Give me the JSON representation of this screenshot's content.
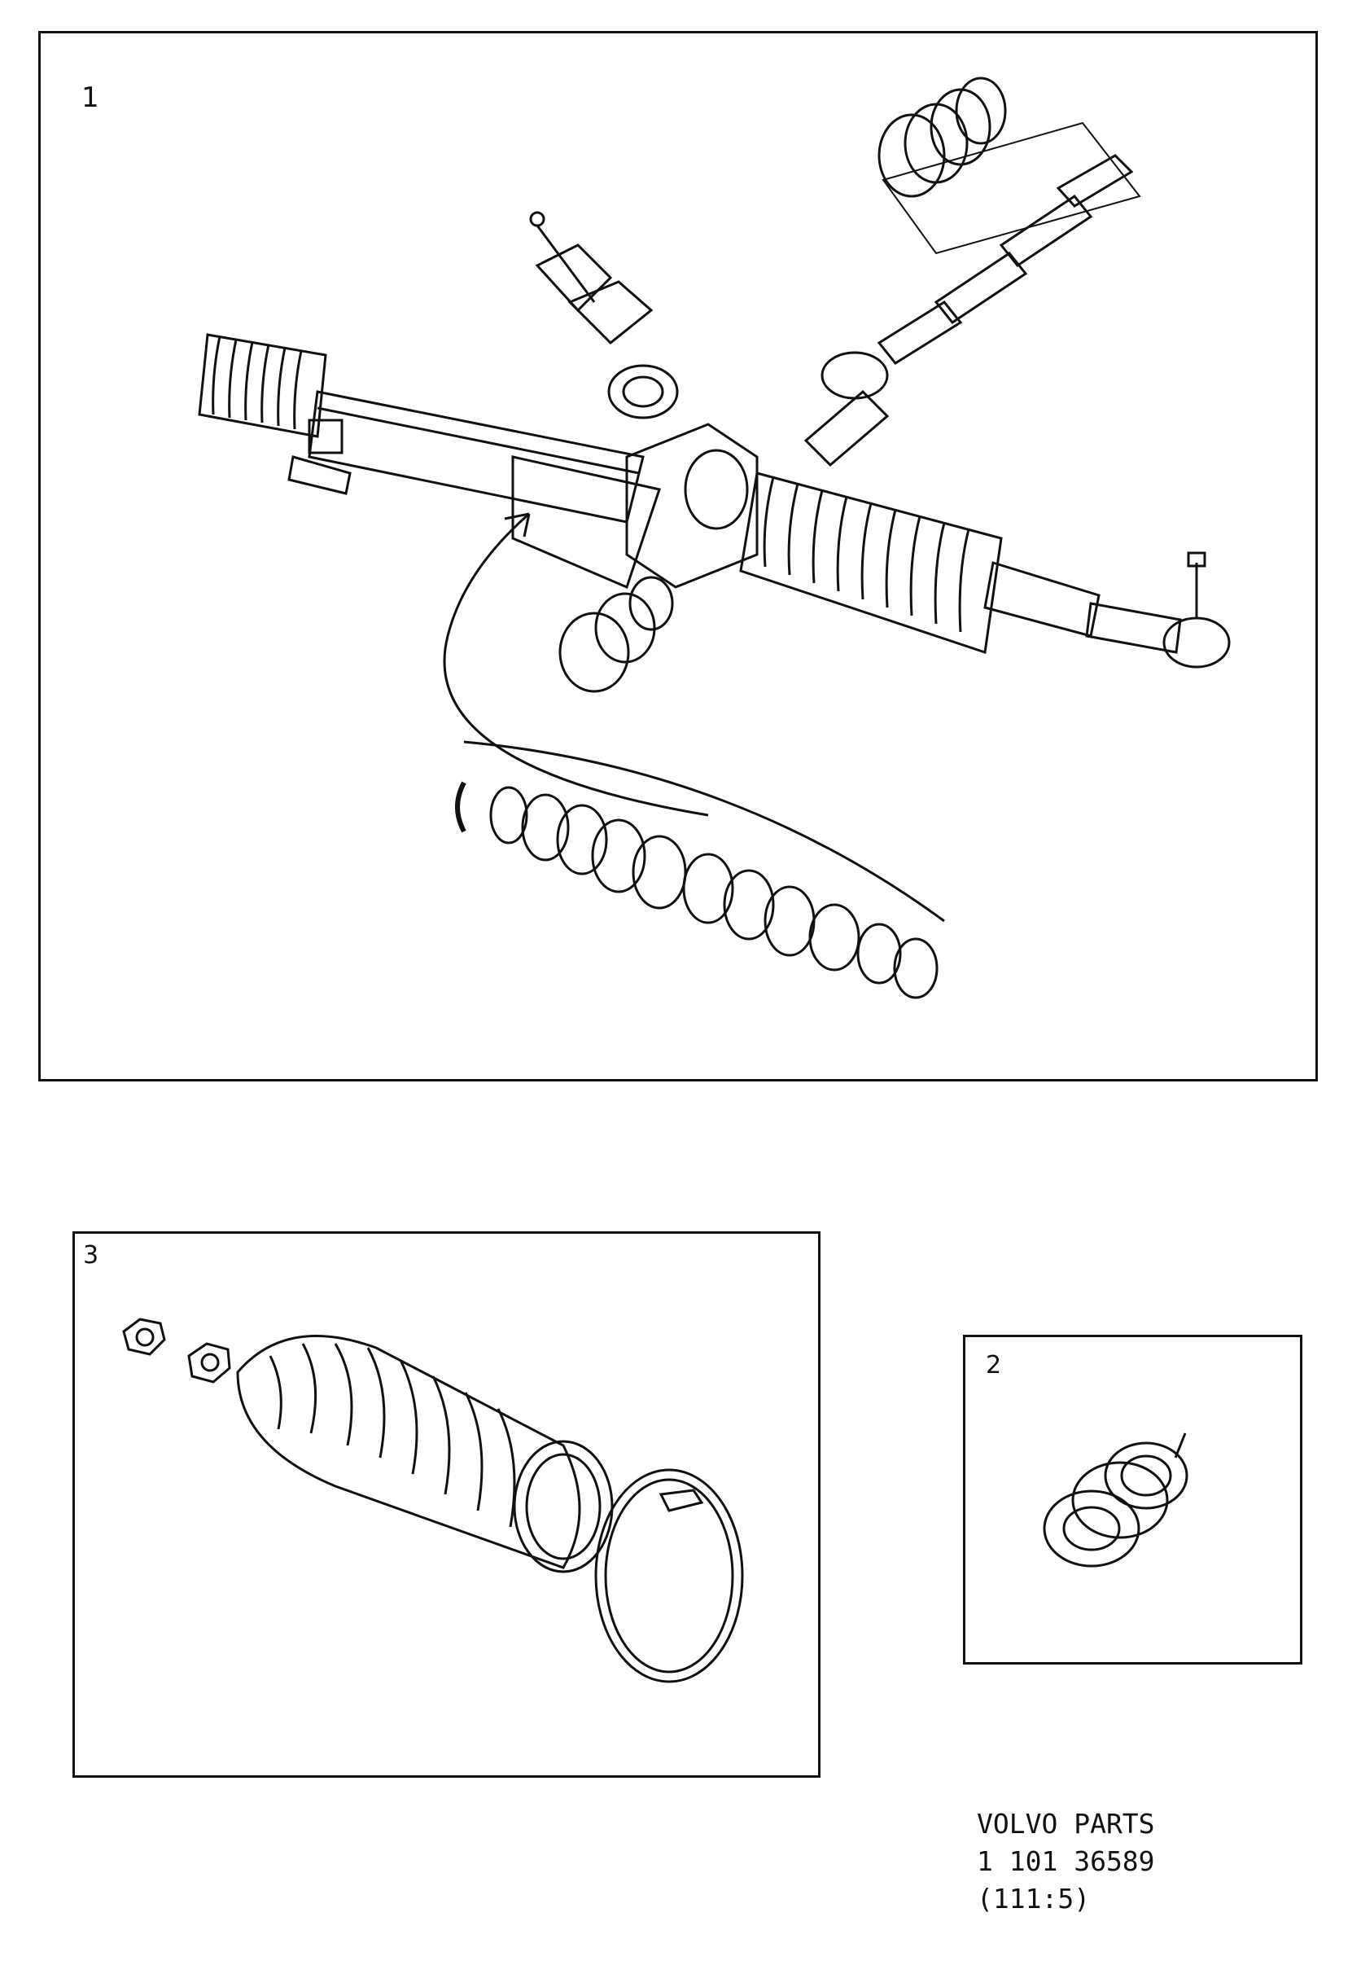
{
  "panels": [
    {
      "number": "1"
    },
    {
      "number": "2"
    },
    {
      "number": "3"
    }
  ],
  "catalog": {
    "brand": "VOLVO PARTS",
    "ref_number": "1 101 36589",
    "ref_code": "(111:5)"
  }
}
